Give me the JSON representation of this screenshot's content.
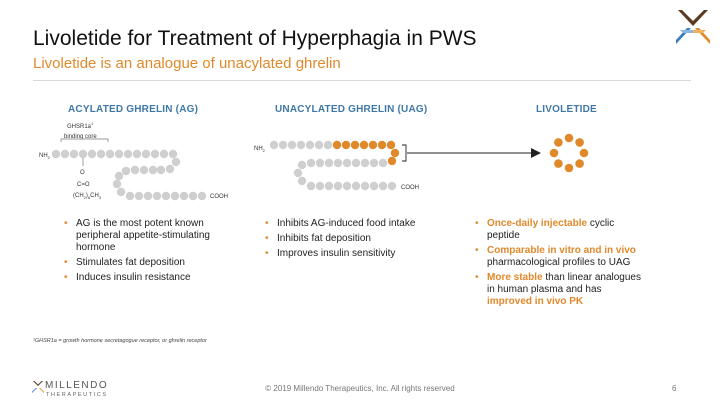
{
  "title": "Livoletide for Treatment of Hyperphagia in PWS",
  "subtitle": "Livoletide is an analogue of unacylated ghrelin",
  "columns": {
    "ag": {
      "heading": "ACYLATED GHRELIN (AG)",
      "binding_label": "GHSR1a",
      "binding_sup": "1",
      "binding_label2": "binding core",
      "nh2": "NH",
      "cooh": "COOH",
      "o_label": "O",
      "co_label": "C=O",
      "chain_label": "(CH",
      "chain_label_end": ")",
      "chain_sub1": "2",
      "chain_sub2": "6",
      "chain_label_tail": "CH",
      "chain_sub3": "3",
      "bullets": [
        "AG is the most potent known peripheral appetite-stimulating hormone",
        "Stimulates fat deposition",
        "Induces insulin resistance"
      ]
    },
    "uag": {
      "heading": "UNACYLATED GHRELIN (UAG)",
      "nh2": "NH",
      "cooh": "COOH",
      "bullets": [
        "Inhibits AG-induced food intake",
        "Inhibits fat deposition",
        "Improves insulin sensitivity"
      ]
    },
    "livoletide": {
      "heading": "LIVOLETIDE",
      "bullets": [
        {
          "hl": "Once-daily injectable",
          "rest": " cyclic peptide"
        },
        {
          "hl": "Comparable in vitro and in vivo",
          "rest": " pharmacological profiles to UAG"
        },
        {
          "hl": "More stable",
          "rest": " than linear analogues in human plasma and has ",
          "hl2": "improved in vivo PK"
        }
      ]
    }
  },
  "footnote": "¹GHSR1a = growth hormone secretagogue receptor, or ghrelin receptor",
  "footer": {
    "logo_name": "MILLENDO",
    "logo_sub": "THERAPEUTICS",
    "copyright": "© 2019 Millendo Therapeutics, Inc. All rights reserved",
    "page_number": "6"
  },
  "colors": {
    "accent": "#e0892b",
    "heading_blue": "#3f78a8",
    "bead_gray": "#cfcfcf"
  }
}
